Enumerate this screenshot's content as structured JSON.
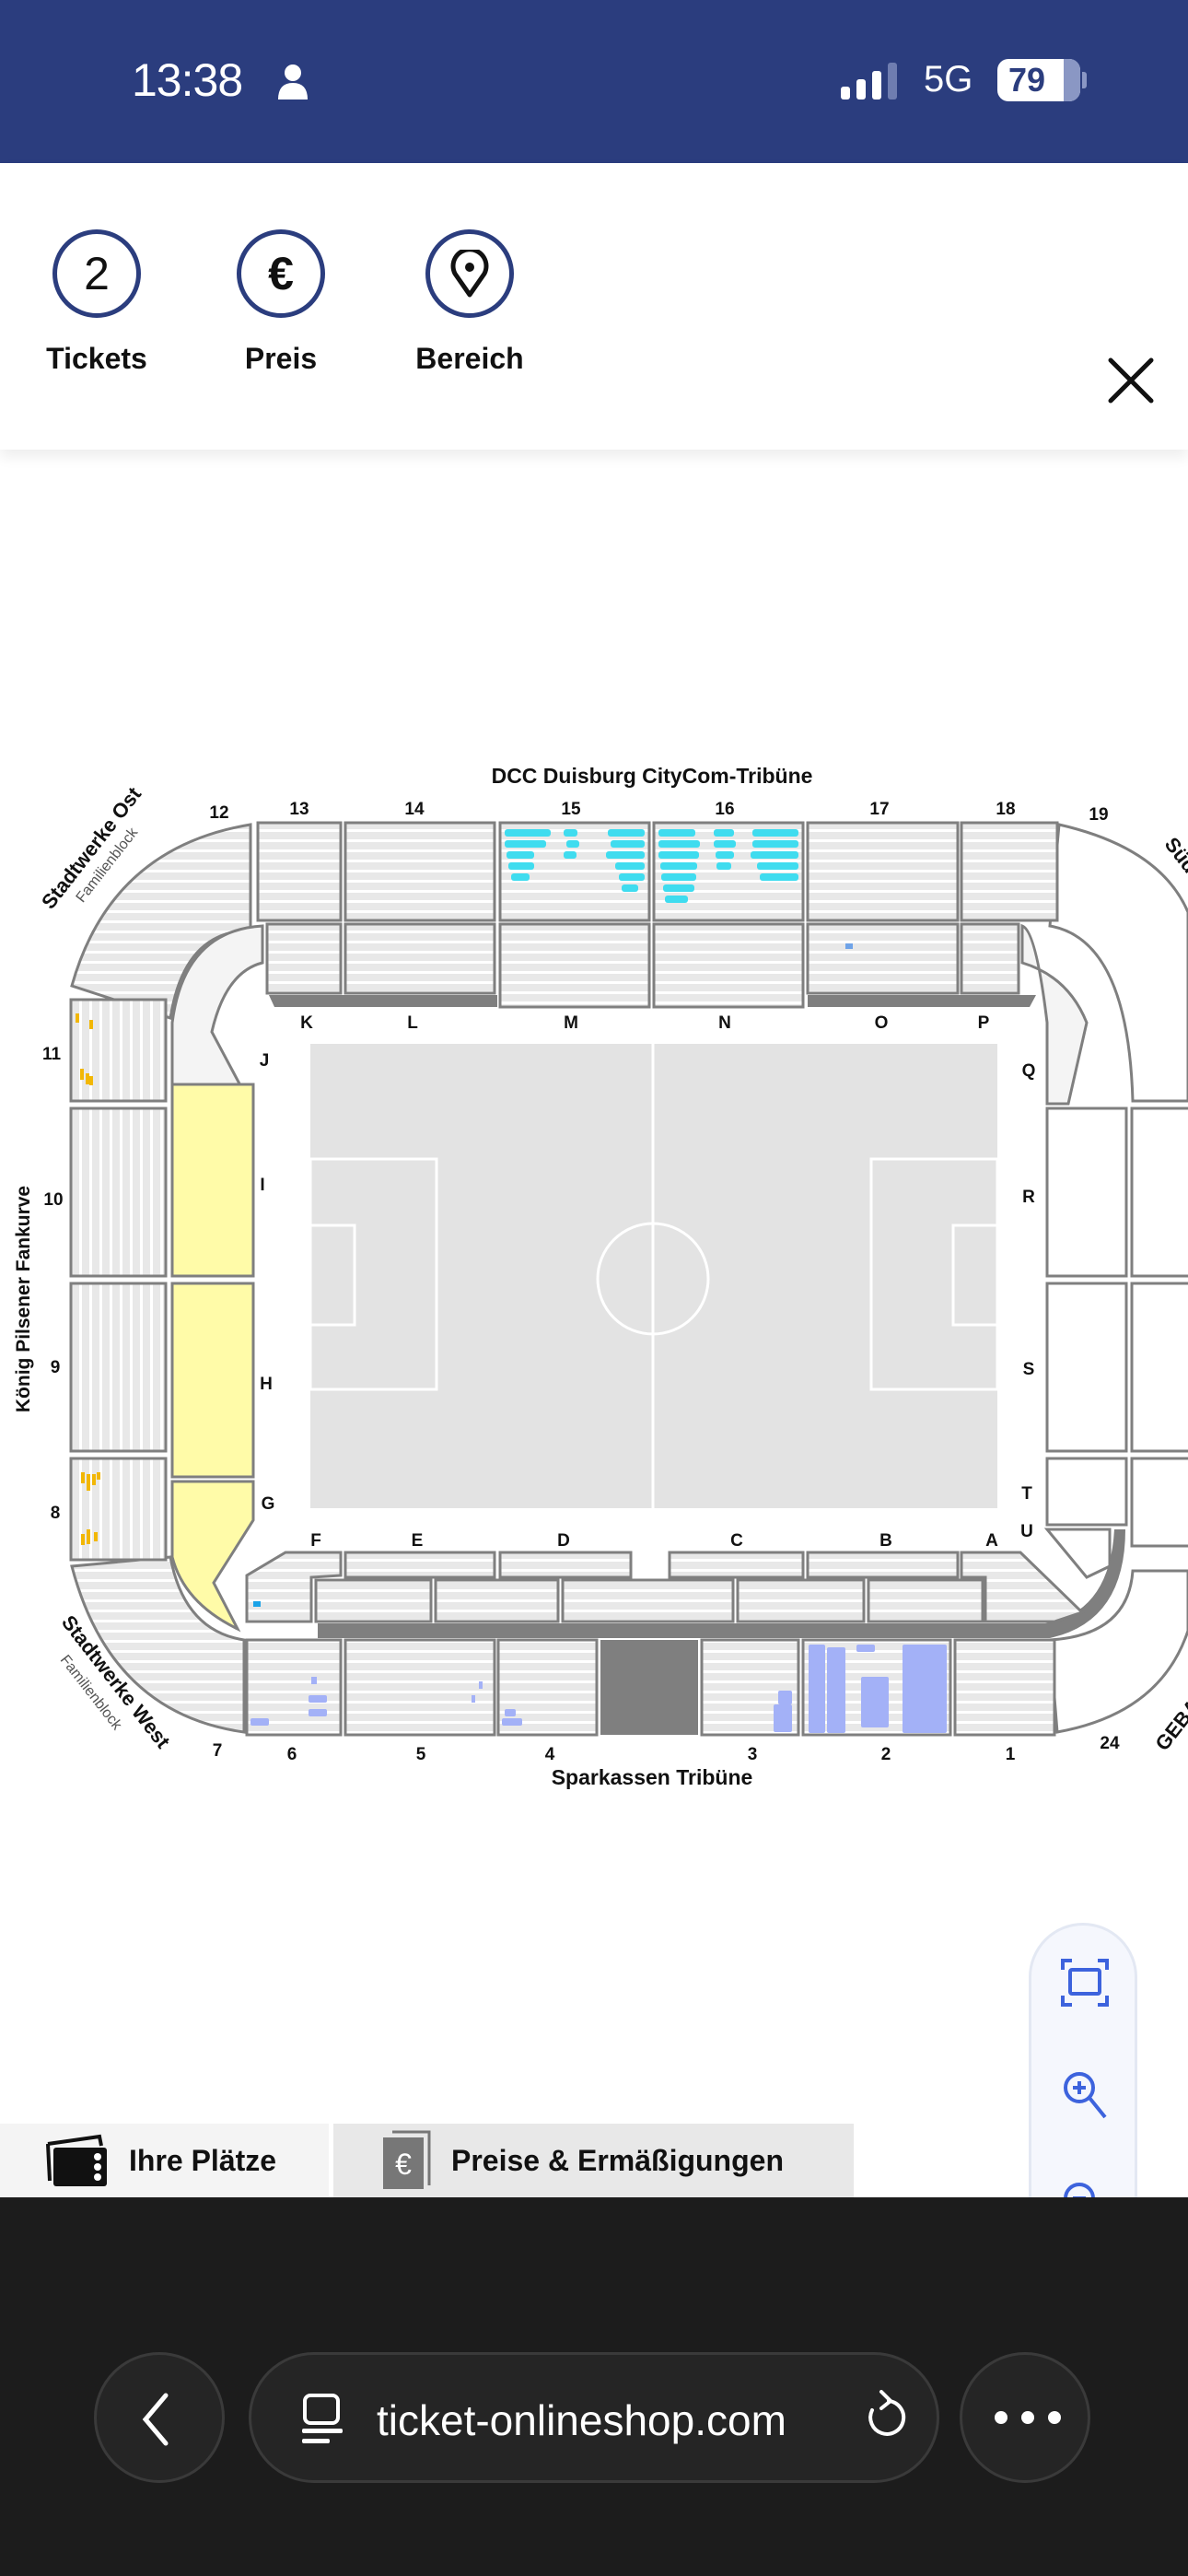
{
  "status_bar": {
    "time": "13:38",
    "network": "5G",
    "battery": "79"
  },
  "header": {
    "tabs": [
      {
        "value": "2",
        "label": "Tickets"
      },
      {
        "value": "€",
        "label": "Preis"
      },
      {
        "value": "",
        "label": "Bereich"
      }
    ],
    "close_icon": "close-icon"
  },
  "stadium": {
    "north_stand": "DCC Duisburg CityCom-Tribüne",
    "south_stand": "Sparkassen Tribüne",
    "west_curve": "König Pilsener Fankurve",
    "northwest": "Stadtwerke Ost",
    "northwest_sub": "Familienblock",
    "southwest": "Stadtwerke West",
    "southwest_sub": "Familienblock",
    "northeast": "Süd-Ost",
    "southeast": "GEBAG",
    "north_blocks": [
      "12",
      "13",
      "14",
      "15",
      "16",
      "17",
      "18",
      "19"
    ],
    "north_letters": [
      "K",
      "L",
      "M",
      "N",
      "O",
      "P"
    ],
    "west_blocks": [
      "11",
      "10",
      "9",
      "8"
    ],
    "west_letters": [
      "J",
      "I",
      "H",
      "G"
    ],
    "east_letters": [
      "Q",
      "R",
      "S",
      "T",
      "U"
    ],
    "south_letters": [
      "F",
      "E",
      "D",
      "C",
      "B",
      "A"
    ],
    "south_blocks": [
      "7",
      "6",
      "5",
      "4",
      "3",
      "2",
      "1",
      "24"
    ],
    "colors": {
      "available_north": "#3FDCEF",
      "available_south": "#A3B1F7",
      "available_west": "#F2B705",
      "standing": "#FFFBA8",
      "seat": "#E8E8E8",
      "outline": "#7F7F7F"
    }
  },
  "zoom_controls": [
    "fit-screen-icon",
    "zoom-in-icon",
    "zoom-out-icon"
  ],
  "bottom_tabs": [
    {
      "label": "Ihre Plätze"
    },
    {
      "label": "Preise & Ermäßigungen"
    }
  ],
  "browser": {
    "url": "ticket-onlineshop.com"
  }
}
